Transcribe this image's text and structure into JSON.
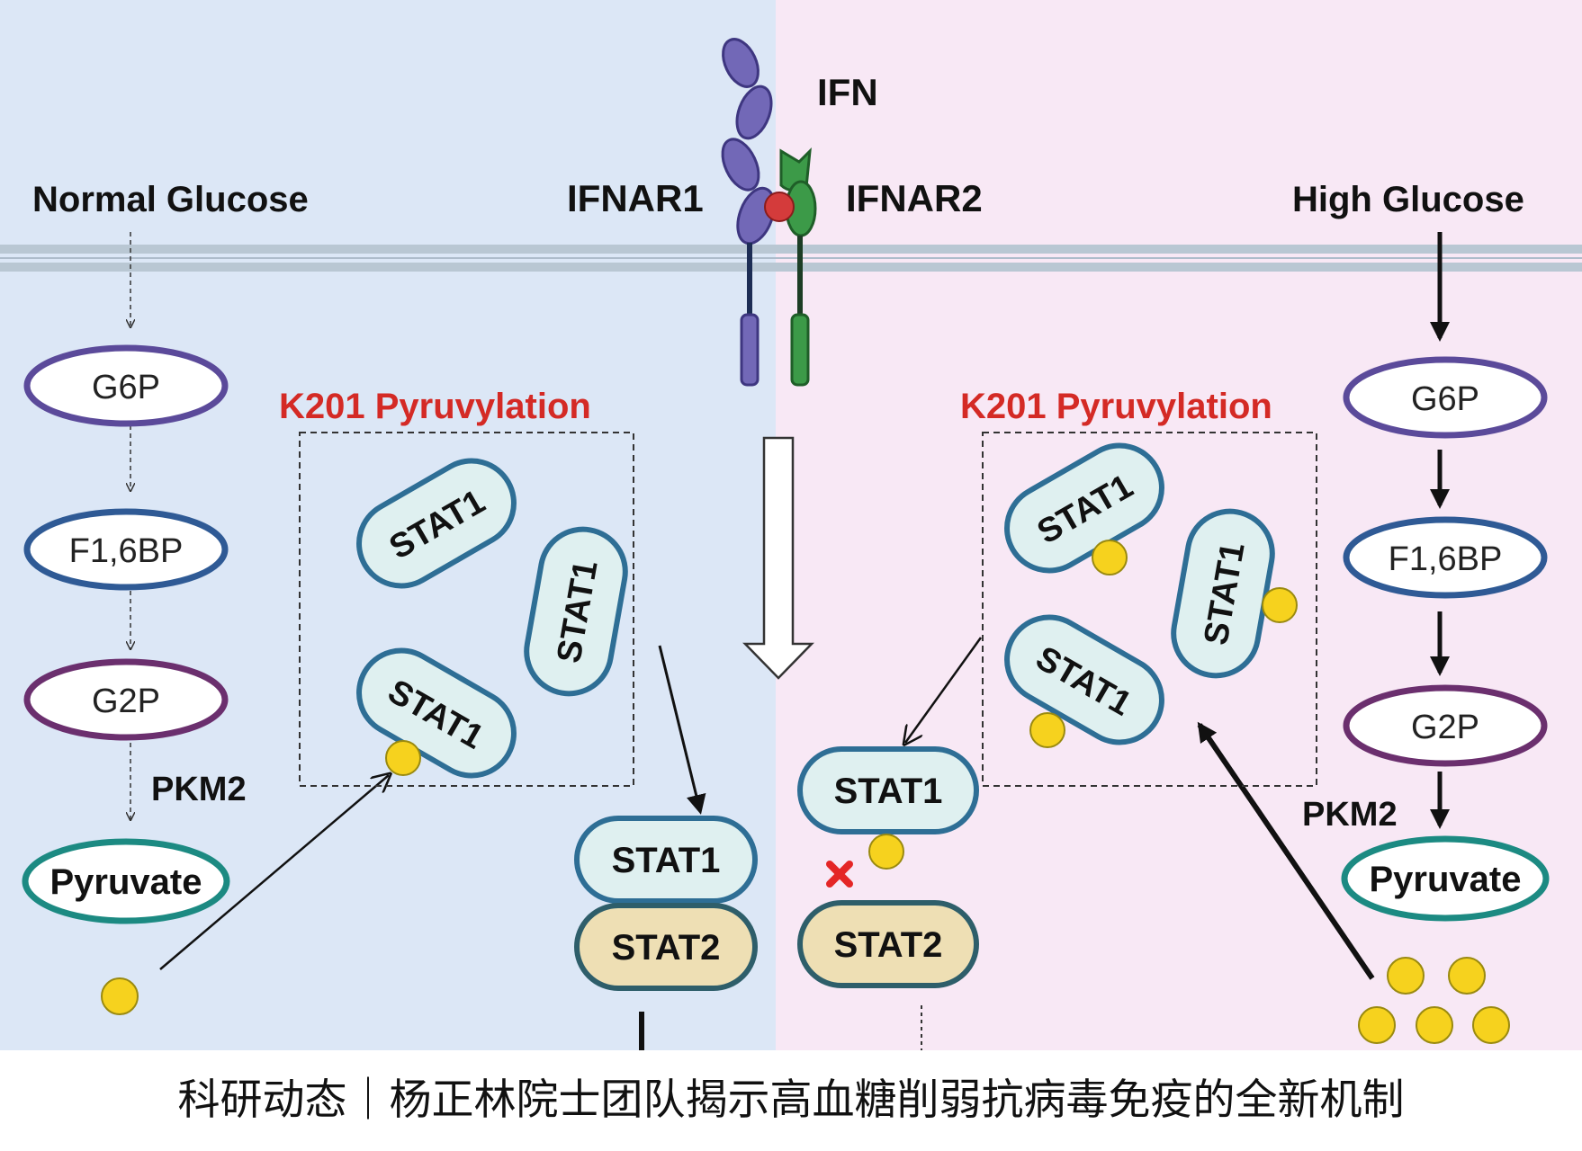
{
  "left": {
    "title": "Normal Glucose",
    "pathway": [
      "G6P",
      "F1,6BP",
      "G2P",
      "Pyruvate"
    ],
    "enzyme": "PKM2",
    "box_title": "K201 Pyruvylation",
    "stat_boxed": [
      "STAT1",
      "STAT1",
      "STAT1"
    ],
    "dimer": [
      "STAT1",
      "STAT2"
    ]
  },
  "receptor": {
    "ifn": "IFN",
    "ifnar1": "IFNAR1",
    "ifnar2": "IFNAR2"
  },
  "right": {
    "title": "High Glucose",
    "pathway": [
      "G6P",
      "F1,6BP",
      "G2P",
      "Pyruvate"
    ],
    "enzyme": "PKM2",
    "box_title": "K201 Pyruvylation",
    "stat_boxed": [
      "STAT1",
      "STAT1",
      "STAT1"
    ],
    "stat1": "STAT1",
    "stat2": "STAT2"
  },
  "caption": "科研动态｜杨正林院士团队揭示高血糖削弱抗病毒免疫的全新机制",
  "colors": {
    "left_bg": "#dce7f6",
    "right_bg": "#f8e8f5",
    "membrane": "#b9c7d3",
    "g6p": "#5b4a9a",
    "f16bp": "#2f5a95",
    "g2p": "#6b2f6e",
    "pyruvate": "#1c8a82",
    "stat1_fill": "#dff0f0",
    "stat1_border": "#2e6e95",
    "stat2_fill": "#eedfb4",
    "stat2_border": "#2e5e6a",
    "pyruvyl": "#f6d21e",
    "ifnar1": "#7268b7",
    "ifnar2": "#3c9a48",
    "ligand": "#d43b3b",
    "title_red": "#d42a25"
  }
}
